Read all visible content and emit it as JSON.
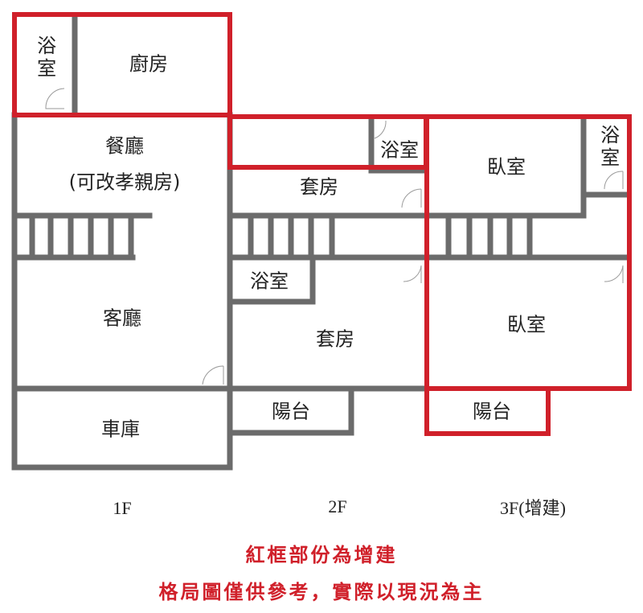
{
  "floor_1f": {
    "bathroom": "浴室",
    "kitchen": "廚房",
    "dining": "餐廳",
    "dining_note": "(可改孝親房)",
    "living": "客廳",
    "garage": "車庫",
    "caption": "1F"
  },
  "floor_2f": {
    "bathroom_top": "浴室",
    "suite_top": "套房",
    "bathroom_mid": "浴室",
    "suite_bottom": "套房",
    "balcony": "陽台",
    "caption": "2F"
  },
  "floor_3f": {
    "bedroom_top": "臥室",
    "bathroom": "浴室",
    "bedroom_bottom": "臥室",
    "balcony": "陽台",
    "caption": "3F(增建)"
  },
  "notes": {
    "line1": "紅框部份為增建",
    "line2": "格局圖僅供參考，實際以現況為主"
  },
  "colors": {
    "wall": "#6b6b6b",
    "addition": "#d0202a"
  }
}
